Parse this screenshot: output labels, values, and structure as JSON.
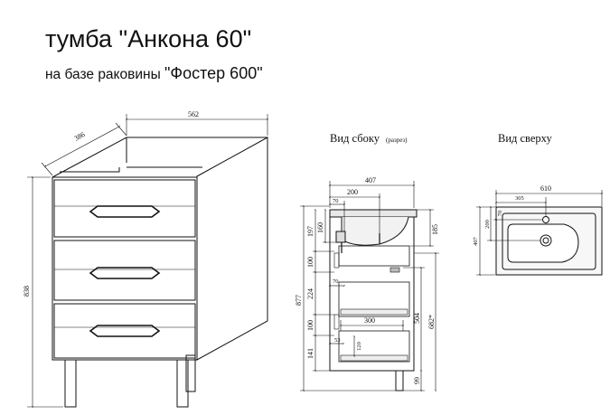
{
  "title": "тумба \"Анкона 60\"",
  "subtitle_prefix": "на базе раковины ",
  "subtitle_sink": "\"Фостер 600\"",
  "front_view": {
    "width": "562",
    "depth": "386",
    "height": "838"
  },
  "side_view": {
    "label": "Вид сбоку",
    "label_note": "(разрез)",
    "dims": {
      "depth": "407",
      "d200": "200",
      "d70_top": "70",
      "d160": "160",
      "d197": "197",
      "d185": "185",
      "d100_a": "100",
      "d224": "224",
      "d70_mid": "70",
      "d877": "877",
      "d504": "504",
      "d682": "682*",
      "d300": "300",
      "d100_b": "100",
      "d53": "53",
      "d120": "120",
      "d141": "141",
      "d99": "99"
    }
  },
  "top_view": {
    "label": "Вид сверху",
    "dims": {
      "width": "610",
      "d305": "305",
      "depth": "407",
      "d200": "200",
      "d70": "70"
    }
  }
}
